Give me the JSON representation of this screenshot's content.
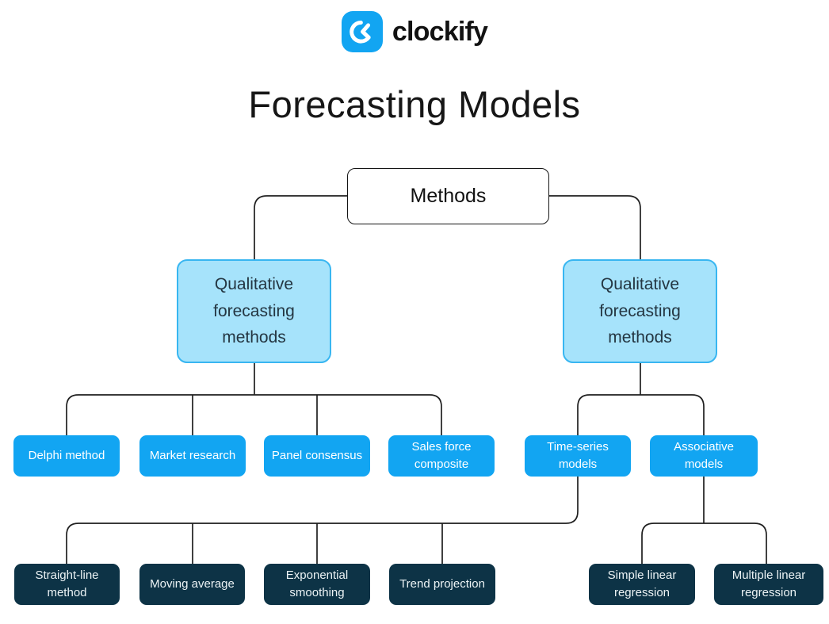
{
  "brand": {
    "wordmark": "clockify",
    "icon": "clockify-clock-icon"
  },
  "title": "Forecasting Models",
  "colors": {
    "brand-blue": "#12A5F2",
    "light-blue-fill": "#A6E3FB",
    "light-blue-border": "#38B6F1",
    "dark-navy": "#0D3346",
    "line": "#1F1F1F",
    "node-text-dark": "#243642",
    "text-black": "#161616"
  },
  "diagram": {
    "root": {
      "label": "Methods"
    },
    "branches": [
      {
        "label": "Qualitative forecasting methods"
      },
      {
        "label": "Qualitative forecasting methods"
      }
    ],
    "qualitative_children": [
      {
        "label": "Delphi method"
      },
      {
        "label": "Market research"
      },
      {
        "label": "Panel consensus"
      },
      {
        "label": "Sales force composite"
      }
    ],
    "quantitative_children": [
      {
        "label": "Time-series models"
      },
      {
        "label": "Associative models"
      }
    ],
    "time_series_children": [
      {
        "label": "Straight-line method"
      },
      {
        "label": "Moving average"
      },
      {
        "label": "Exponential smoothing"
      },
      {
        "label": "Trend projection"
      }
    ],
    "associative_children": [
      {
        "label": "Simple linear regression"
      },
      {
        "label": "Multiple linear regression"
      }
    ]
  }
}
